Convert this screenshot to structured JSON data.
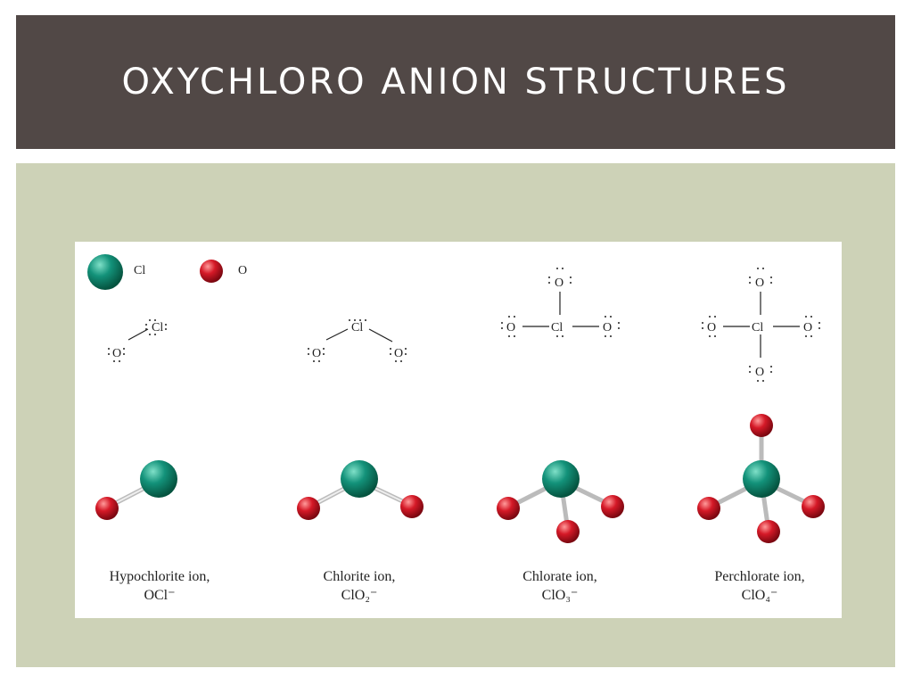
{
  "title": "OXYCHLORO ANION STRUCTURES",
  "legend": {
    "chlorine_label": "Cl",
    "oxygen_label": "O"
  },
  "colors": {
    "title_bar": "#514846",
    "panel": "#cdd2b7",
    "chlorine": "#13927a",
    "oxygen": "#d51927"
  },
  "ions": [
    {
      "name": "Hypochlorite ion,",
      "formula": "OCl⁻",
      "lewis": {
        "cl": "Cl",
        "o": "O"
      }
    },
    {
      "name": "Chlorite ion,",
      "formula": "ClO₂⁻",
      "lewis": {
        "cl": "Cl",
        "o": "O"
      }
    },
    {
      "name": "Chlorate ion,",
      "formula": "ClO₃⁻",
      "lewis": {
        "cl": "Cl",
        "o": "O"
      }
    },
    {
      "name": "Perchlorate ion,",
      "formula": "ClO₄⁻",
      "lewis": {
        "cl": "Cl",
        "o": "O"
      }
    }
  ]
}
